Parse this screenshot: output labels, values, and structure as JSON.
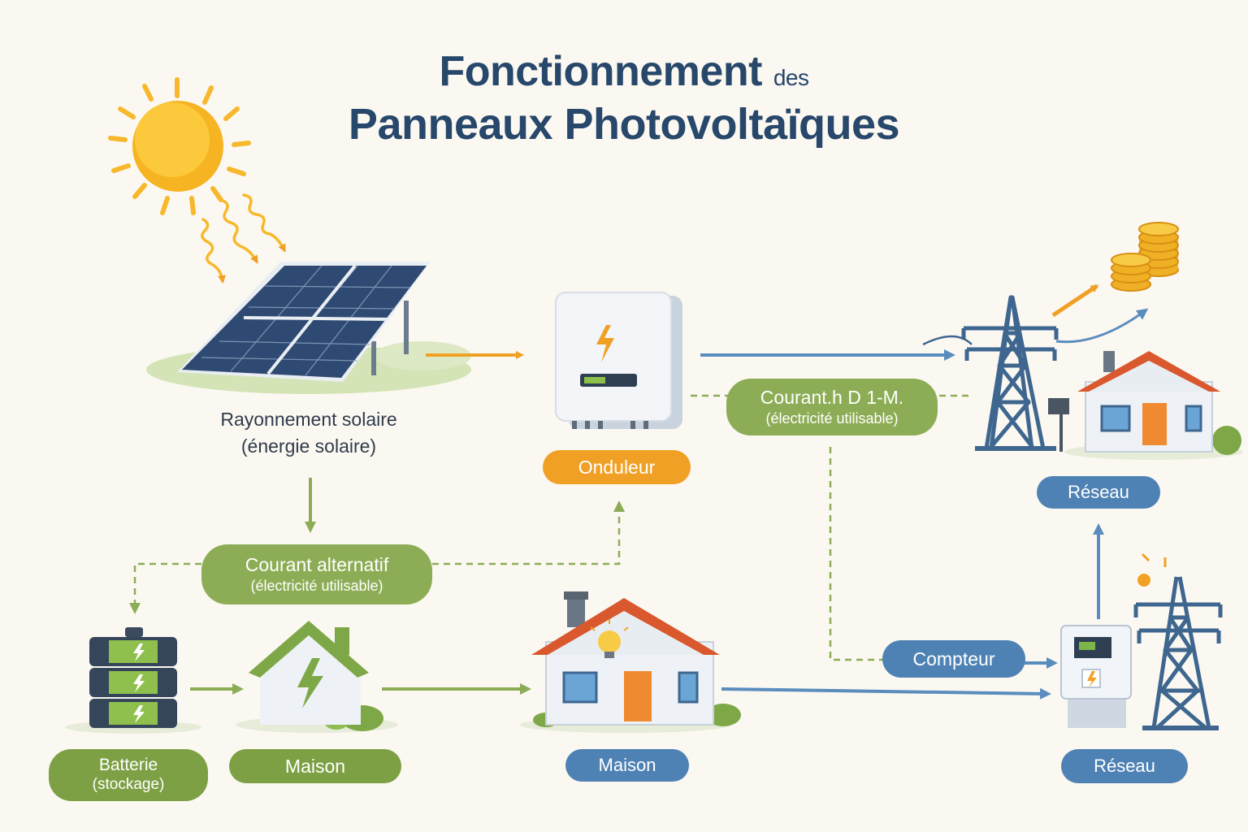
{
  "title": {
    "line1": "Fonctionnement",
    "line1_small": "des",
    "line2": "Panneaux Photovoltaïques"
  },
  "captions": {
    "solar_line1": "Rayonnement solaire",
    "solar_line2": "(énergie solaire)"
  },
  "labels": {
    "onduleur": "Onduleur",
    "courant_top_main": "Courant.h D 1-M.",
    "courant_top_sub": "(électricité utilisable)",
    "courant_alt_main": "Courant alternatif",
    "courant_alt_sub": "(électricité utilisable)",
    "reseau_top": "Réseau",
    "reseau_bottom": "Réseau",
    "compteur": "Compteur",
    "batterie_main": "Batterie",
    "batterie_sub": "(stockage)",
    "maison_green": "Maison",
    "maison_blue": "Maison"
  },
  "colors": {
    "title": "#27476b",
    "green": "#8cad55",
    "blue": "#4f82b4",
    "orange": "#f0a125",
    "sun": "#f7b82c"
  },
  "icons": [
    "sun-icon",
    "solar-panel-icon",
    "inverter-icon",
    "pylon-icon",
    "house-icon",
    "coins-icon",
    "battery-icon",
    "meter-icon"
  ]
}
